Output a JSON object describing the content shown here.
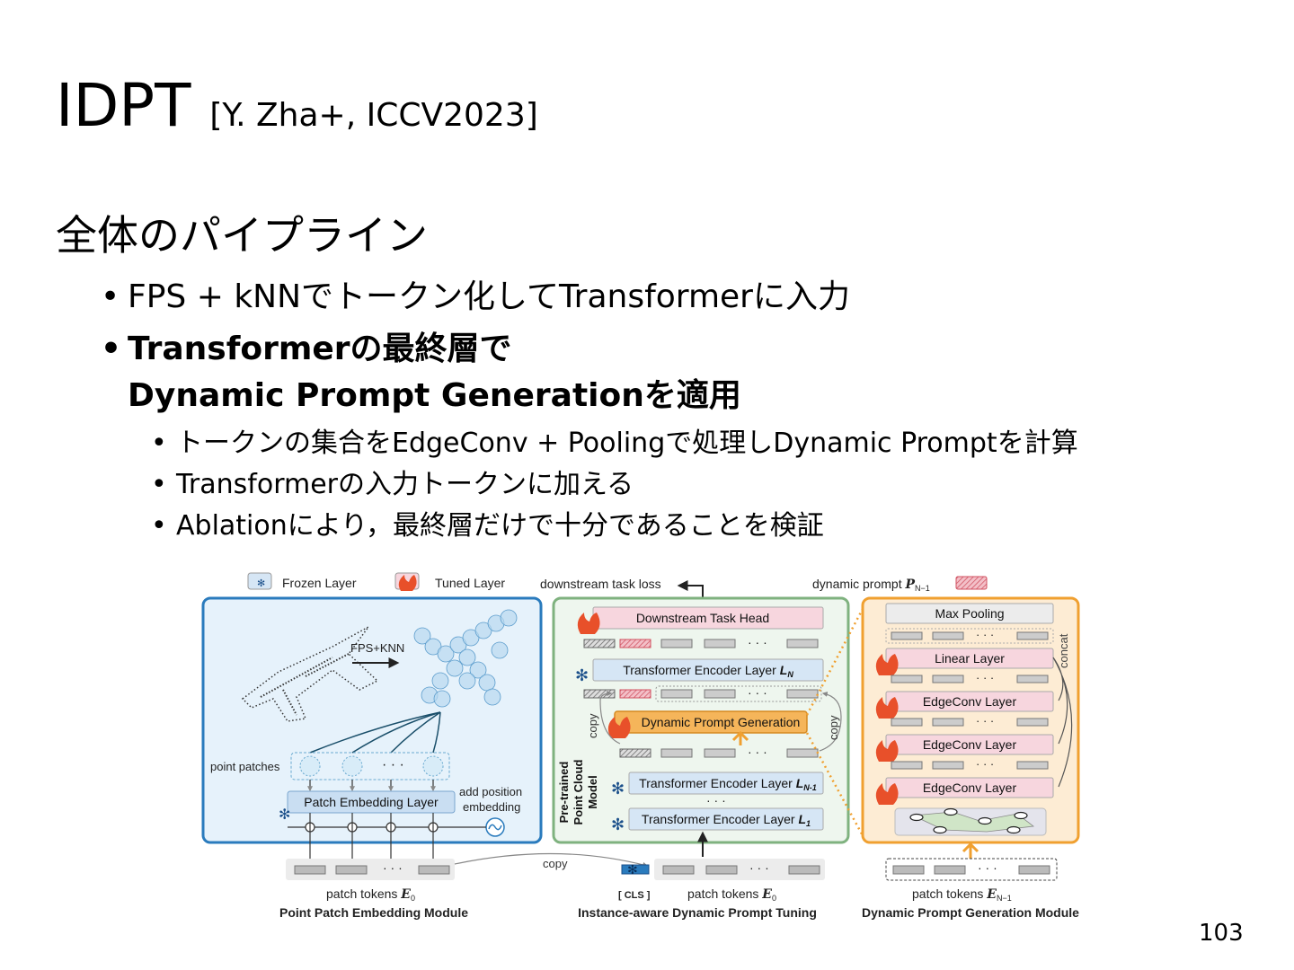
{
  "slide": {
    "title_main": "IDPT",
    "title_ref": "[Y. Zha+, ICCV2023]",
    "heading": "全体のパイプライン",
    "bullets": [
      "FPS + kNNでトークン化してTransformerに入力",
      "Transformerの最終層で",
      "Dynamic Prompt Generationを適用"
    ],
    "subbullets": [
      "トークンの集合をEdgeConv + Poolingで処理しDynamic Promptを計算",
      "Transformerの入力トークンに加える",
      "Ablationにより，最終層だけで十分であることを検証"
    ],
    "page_number": "103"
  },
  "diagram": {
    "legend_frozen": "Frozen Layer",
    "legend_tuned": "Tuned Layer",
    "downstream_loss": "downstream task loss",
    "dynamic_prompt": "dynamic prompt",
    "dynamic_prompt_sym": "P",
    "dynamic_prompt_sub": "N−1",
    "left": {
      "fps_knn": "FPS+KNN",
      "point_patches": "point patches",
      "patch_embedding": "Patch Embedding Layer",
      "add_pos_1": "add position",
      "add_pos_2": "embedding",
      "patch_tokens": "patch tokens",
      "patch_tokens_sym": "E",
      "patch_tokens_sub": "0",
      "module": "Point Patch Embedding Module"
    },
    "middle": {
      "task_head": "Downstream Task Head",
      "encoder_LN_text": "Transformer Encoder Layer ",
      "encoder_LN_sym": "L",
      "encoder_LN_sub": "N",
      "dpg": "Dynamic Prompt Generation",
      "encoder_LN1_text": "Transformer Encoder Layer ",
      "encoder_LN1_sym": "L",
      "encoder_LN1_sub": "N-1",
      "encoder_L1_text": "Transformer Encoder Layer ",
      "encoder_L1_sym": "L",
      "encoder_L1_sub": "1",
      "copy_left": "copy",
      "copy_right": "copy",
      "copy_bottom": "copy",
      "pretrained_1": "Pre-trained",
      "pretrained_2": "Point Cloud",
      "pretrained_3": "Model",
      "cls": "[ CLS ]",
      "patch_tokens": "patch tokens",
      "patch_tokens_sym": "E",
      "patch_tokens_sub": "0",
      "module": "Instance-aware Dynamic Prompt Tuning"
    },
    "right": {
      "max_pooling": "Max Pooling",
      "linear": "Linear Layer",
      "edgeconv_1": "EdgeConv Layer",
      "edgeconv_2": "EdgeConv Layer",
      "edgeconv_3": "EdgeConv Layer",
      "concat": "concat",
      "patch_tokens": "patch tokens",
      "patch_tokens_sym": "E",
      "patch_tokens_sub": "N−1",
      "module": "Dynamic Prompt Generation Module"
    },
    "colors": {
      "left_panel_border": "#2a7bbd",
      "left_panel_fill": "#e6f2fb",
      "middle_panel_border": "#7fb27f",
      "middle_panel_fill": "#eef6ee",
      "right_panel_border": "#f0a030",
      "right_panel_fill": "#fdecd4",
      "tuned_fill": "#f7d6de",
      "frozen_fill": "#d6e6f5",
      "dpg_fill": "#f5b55a"
    }
  }
}
